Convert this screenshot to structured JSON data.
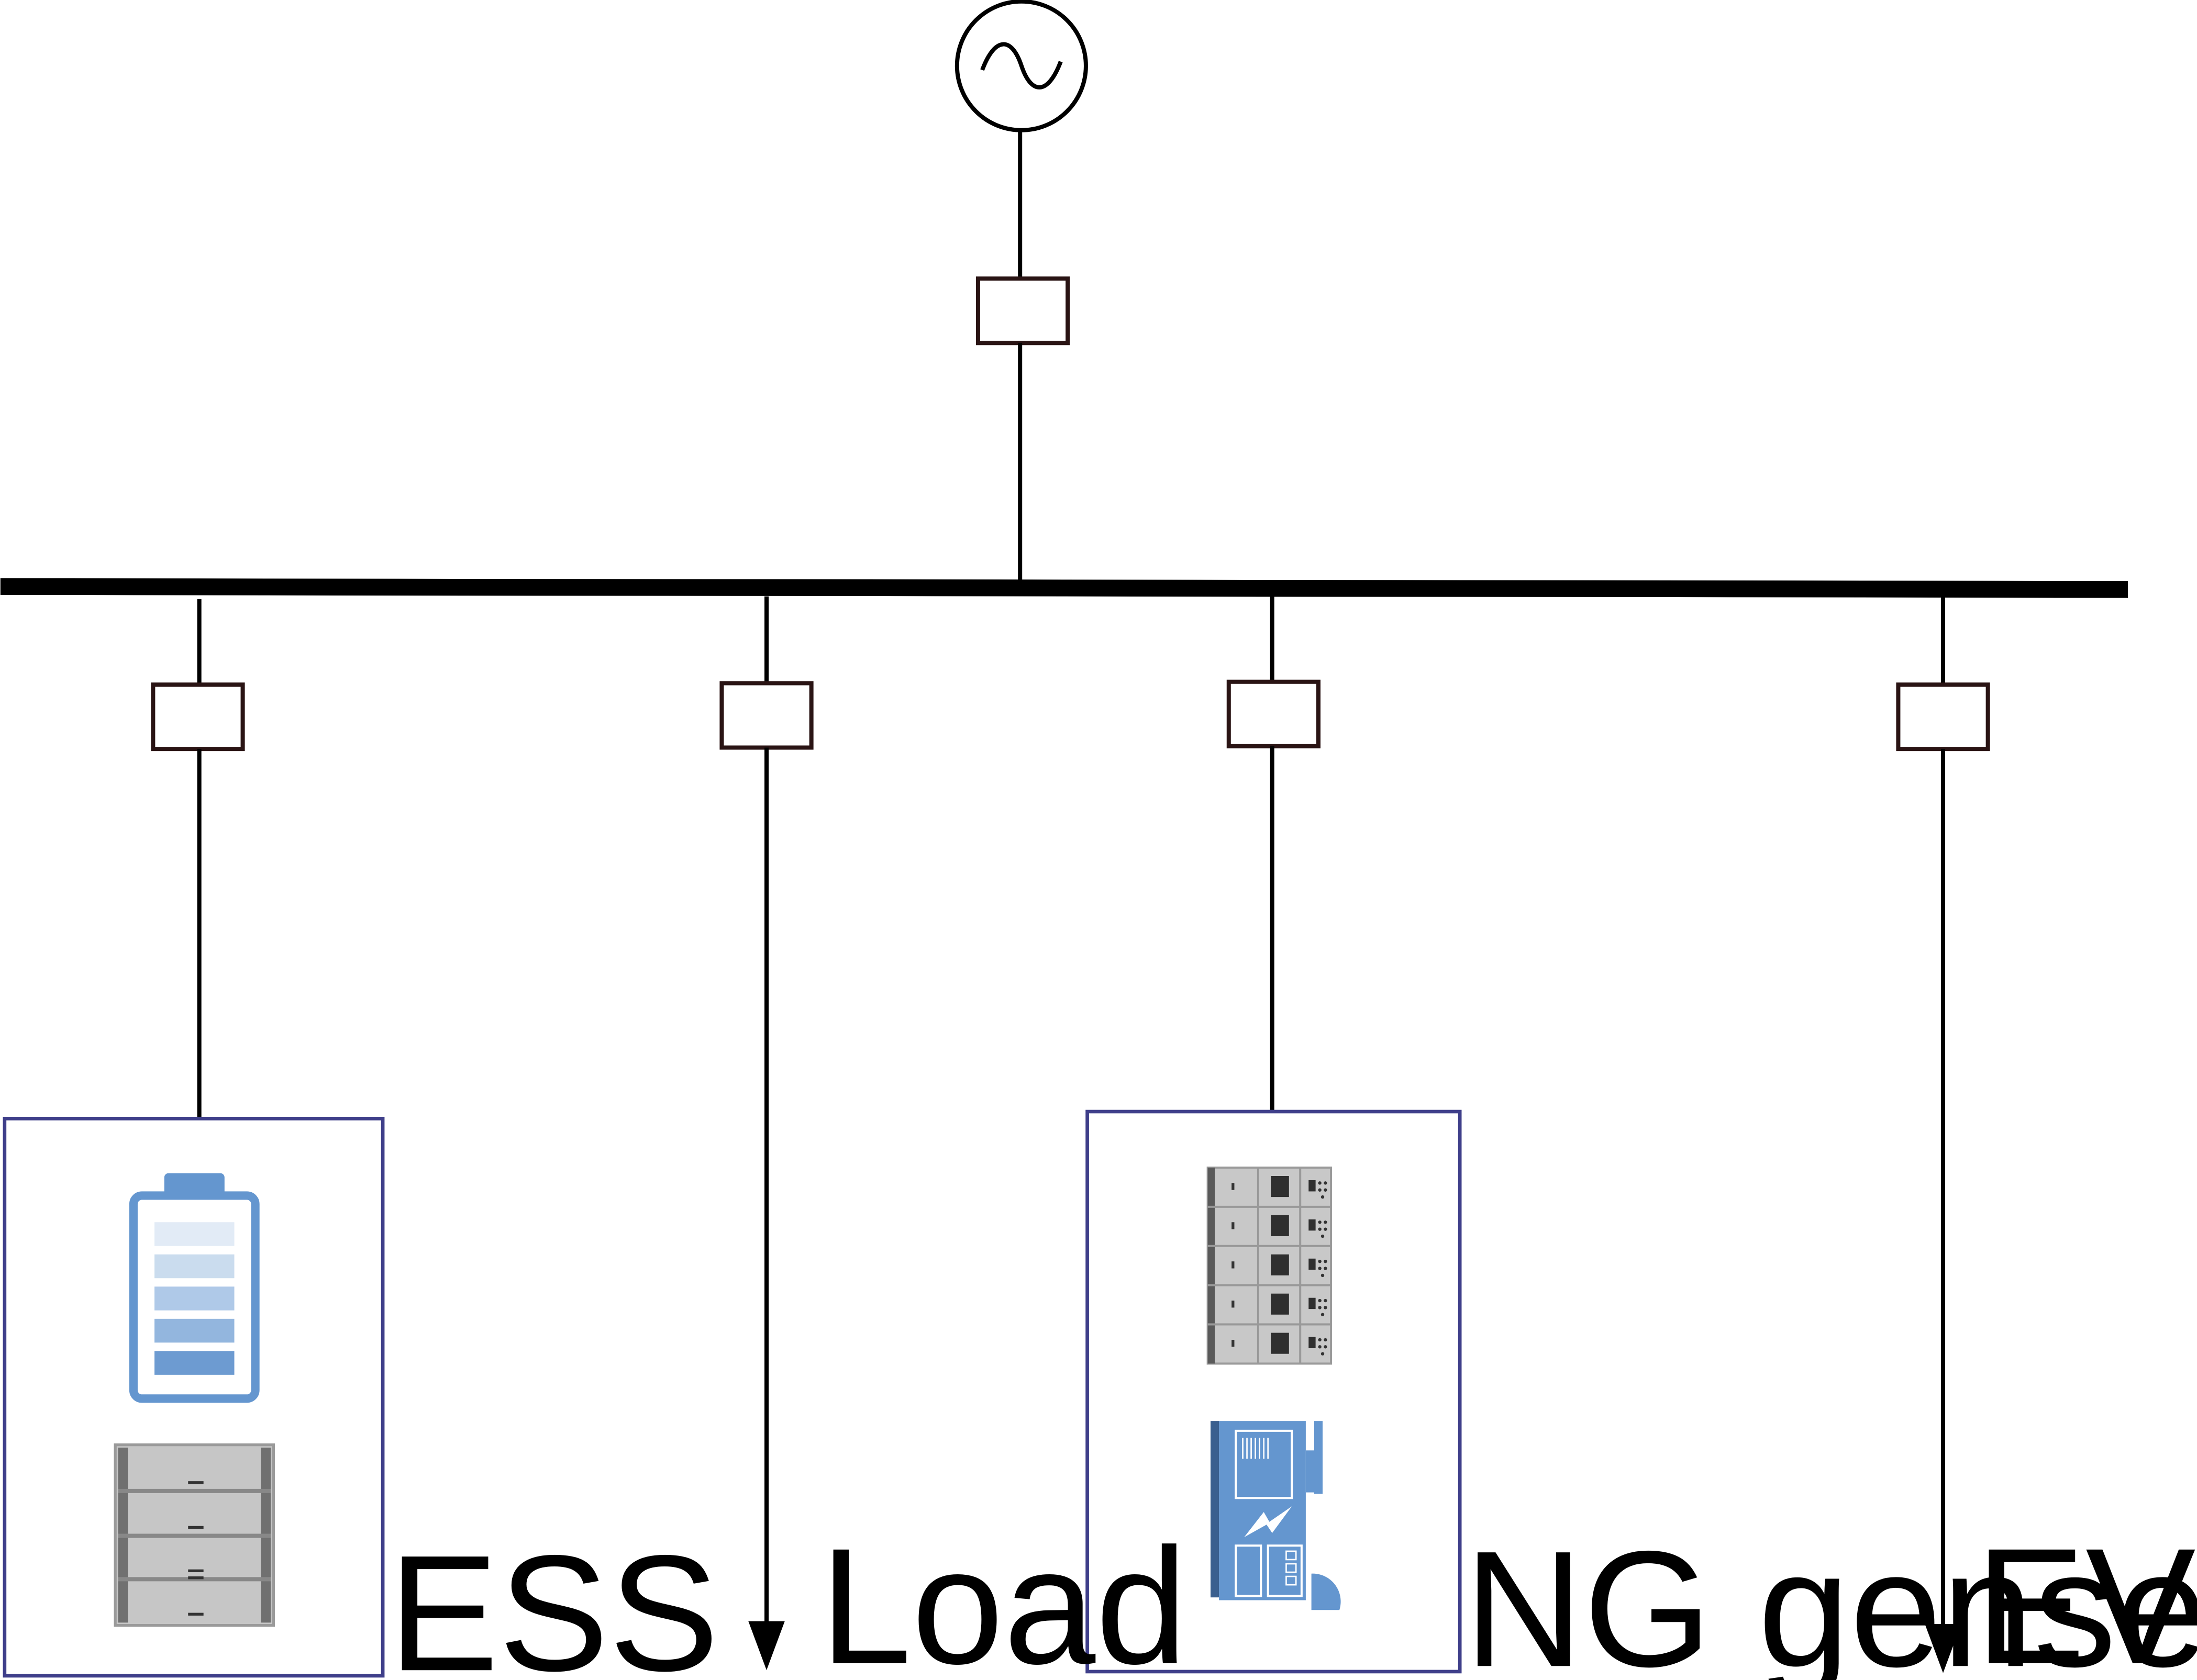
{
  "labels": {
    "ess": "ESS",
    "load": "Load",
    "ng_genset": "NG genset",
    "ev_port": "EV Port"
  },
  "colors": {
    "line": "#000000",
    "breaker_stroke": "#2a1414",
    "panel_border": "#3f3f8a",
    "icon_blue": "#6496cf",
    "icon_gray": "#c6c6c6",
    "icon_dark": "#2f2f2f"
  },
  "icons": {
    "source": "ac-source-icon",
    "battery": "battery-icon",
    "battery_rack": "battery-rack-icon",
    "switchgear": "switchgear-cabinet-icon",
    "genset": "generator-set-icon"
  }
}
